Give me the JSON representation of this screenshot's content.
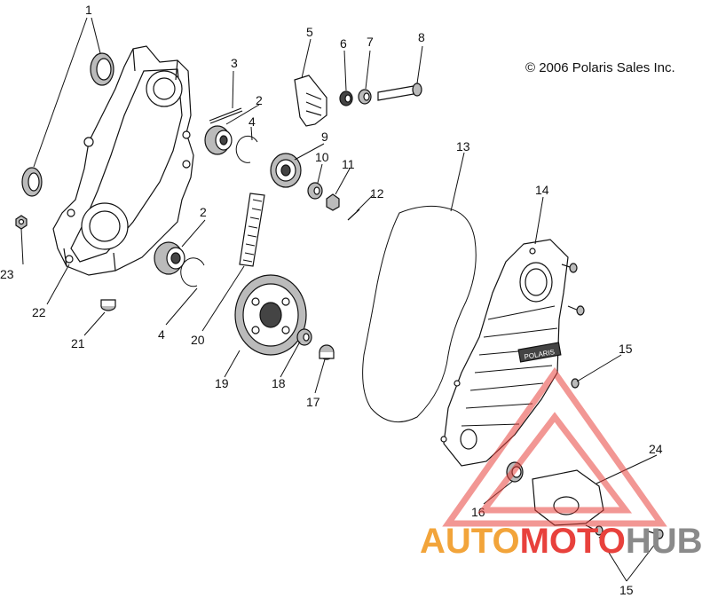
{
  "copyright": "© 2006 Polaris Sales Inc.",
  "cover_badge": "POLARIS",
  "callouts": {
    "c1": "1",
    "c2a": "2",
    "c2b": "2",
    "c3": "3",
    "c4a": "4",
    "c4b": "4",
    "c5": "5",
    "c6": "6",
    "c7": "7",
    "c8": "8",
    "c9": "9",
    "c10": "10",
    "c11": "11",
    "c12": "12",
    "c13": "13",
    "c14": "14",
    "c15a": "15",
    "c15b": "15",
    "c16": "16",
    "c17": "17",
    "c18": "18",
    "c19": "19",
    "c20": "20",
    "c21": "21",
    "c22": "22",
    "c23": "23",
    "c24": "24"
  },
  "watermark": {
    "part1": "AUTO",
    "part2": "MOTO",
    "part3": "HUB",
    "color_orange": "#f2a43a",
    "color_red": "#e8413c",
    "color_gray": "#8a8a8a"
  }
}
